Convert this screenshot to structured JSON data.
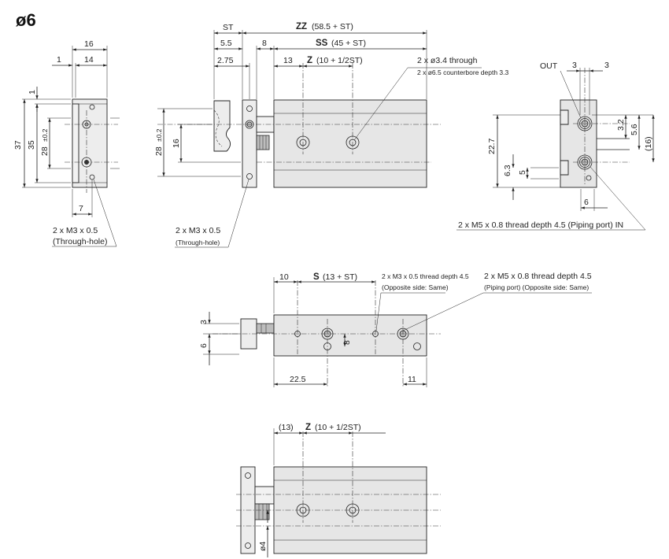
{
  "title": "ø6",
  "front_view": {
    "dims": [
      "16",
      "1",
      "14",
      "1",
      "37",
      "35",
      "28",
      "±0.2",
      "7"
    ],
    "note_line1": "2 x M3 x 0.5",
    "note_line2": "(Through-hole)"
  },
  "top_view": {
    "dims": [
      "ST",
      "5.5",
      "8",
      "2.75",
      "13",
      "28",
      "±0.2",
      "16"
    ],
    "zz_label": "ZZ",
    "zz_value": "(58.5 + ST)",
    "ss_label": "SS",
    "ss_value": "(45 + ST)",
    "z_label": "Z",
    "z_value": "(10 + 1/2ST)",
    "hole_note_line1": "2 x ø3.4 through",
    "hole_note_line2": "2 x ø6.5 counterbore depth 3.3",
    "bottom_note_line1": "2 x M3 x 0.5",
    "bottom_note_line2": "(Through-hole)"
  },
  "side_view": {
    "out_label": "OUT",
    "dims": [
      "3",
      "3",
      "3.2",
      "5.6",
      "(16)",
      "22.7",
      "6.3",
      "5",
      "6"
    ],
    "port_note": "2 x M5 x 0.8 thread depth 4.5 (Piping port) IN"
  },
  "bottom_view": {
    "dims": [
      "10",
      "3",
      "6",
      "8",
      "22.5",
      "11"
    ],
    "s_label": "S",
    "s_value": "(13 + ST)",
    "note1_line1": "2 x M3 x 0.5 thread depth 4.5",
    "note1_line2": "(Opposite side: Same)",
    "note2_line1": "2 x M5 x 0.8 thread depth 4.5",
    "note2_line2": "(Piping port) (Opposite side: Same)"
  },
  "lower_view": {
    "dims": [
      "(13)",
      "ø4"
    ],
    "z_label": "Z",
    "z_value": "(10 + 1/2ST)"
  }
}
